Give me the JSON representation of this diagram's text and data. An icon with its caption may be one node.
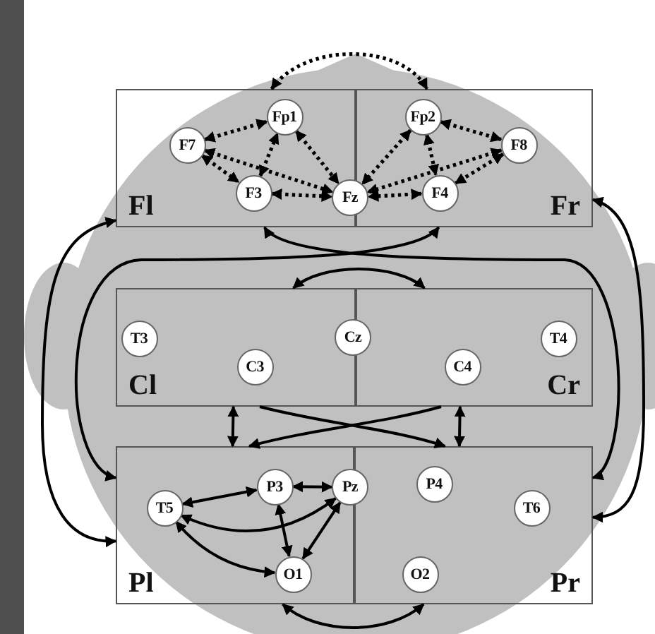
{
  "diagram": {
    "nodes": [
      {
        "text": [
          "Fl"
        ]
      },
      {
        "text": [
          "F7"
        ],
        "in": 0
      },
      {
        "text": [
          "Fp1"
        ],
        "in": 0
      },
      {
        "text": [
          "F3"
        ],
        "in": 0
      },
      {
        "text": [
          "Fr"
        ]
      },
      {
        "text": [
          "Fp2"
        ],
        "in": 4
      },
      {
        "text": [
          "F8"
        ],
        "in": 4
      },
      {
        "text": [
          "F4"
        ],
        "in": 4
      },
      {
        "text": [
          "Fz"
        ]
      },
      {
        "text": [
          "Cl"
        ]
      },
      {
        "text": [
          "T3"
        ],
        "in": 9
      },
      {
        "text": [
          "C3"
        ],
        "in": 9
      },
      {
        "text": [
          "Cr"
        ]
      },
      {
        "text": [
          "C4"
        ],
        "in": 12
      },
      {
        "text": [
          "T4"
        ],
        "in": 12
      },
      {
        "text": [
          "Cz"
        ]
      },
      {
        "text": [
          "Pl"
        ]
      },
      {
        "text": [
          "T5"
        ],
        "in": 16
      },
      {
        "text": [
          "P3"
        ],
        "in": 16
      },
      {
        "text": [
          "O1"
        ],
        "in": 16
      },
      {
        "text": [
          "Pr"
        ]
      },
      {
        "text": [
          "P4"
        ],
        "in": 20
      },
      {
        "text": [
          "T6"
        ],
        "in": 20
      },
      {
        "text": [
          "O2"
        ],
        "in": 20
      },
      {
        "text": [
          "Pz"
        ]
      }
    ],
    "edges": [
      {
        "from": 1,
        "to": 2,
        "arrow": "both",
        "style": "dashed"
      },
      {
        "from": 1,
        "to": 3,
        "arrow": "both",
        "style": "dashed"
      },
      {
        "from": 1,
        "to": 8,
        "arrow": "both",
        "style": "dashed"
      },
      {
        "from": 3,
        "to": 2,
        "arrow": "both",
        "style": "dashed"
      },
      {
        "from": 3,
        "to": 8,
        "arrow": "both",
        "style": "dashed"
      },
      {
        "from": 2,
        "to": 8,
        "arrow": "both",
        "style": "dashed"
      },
      {
        "from": 5,
        "to": 8,
        "arrow": "both",
        "style": "dashed"
      },
      {
        "from": 5,
        "to": 6,
        "arrow": "both",
        "style": "dashed"
      },
      {
        "from": 5,
        "to": 7,
        "arrow": "both",
        "style": "dashed"
      },
      {
        "from": 6,
        "to": 8,
        "arrow": "both",
        "style": "dashed"
      },
      {
        "from": 6,
        "to": 7,
        "arrow": "both",
        "style": "dashed"
      },
      {
        "from": 7,
        "to": 8,
        "arrow": "both",
        "style": "dashed"
      },
      {
        "from": 0,
        "to": 4,
        "arrow": "both",
        "style": "dashed"
      },
      {
        "from": 0,
        "to": 16,
        "arrow": "both"
      },
      {
        "from": 4,
        "to": 20,
        "arrow": "both"
      },
      {
        "from": 0,
        "to": 20,
        "arrow": "both"
      },
      {
        "from": 4,
        "to": 16,
        "arrow": "both"
      },
      {
        "from": 9,
        "to": 12,
        "arrow": "both"
      },
      {
        "from": 9,
        "to": 16,
        "arrow": "both"
      },
      {
        "from": 12,
        "to": 20,
        "arrow": "both"
      },
      {
        "from": 9,
        "to": 20,
        "arrow": "to"
      },
      {
        "from": 12,
        "to": 16,
        "arrow": "to"
      },
      {
        "from": 16,
        "to": 20,
        "arrow": "both"
      },
      {
        "from": 17,
        "to": 18,
        "arrow": "both"
      },
      {
        "from": 17,
        "to": 24,
        "arrow": "both"
      },
      {
        "from": 17,
        "to": 19,
        "arrow": "both"
      },
      {
        "from": 18,
        "to": 24,
        "arrow": "both"
      },
      {
        "from": 18,
        "to": 19,
        "arrow": "both"
      },
      {
        "from": 19,
        "to": 24,
        "arrow": "both"
      }
    ]
  }
}
